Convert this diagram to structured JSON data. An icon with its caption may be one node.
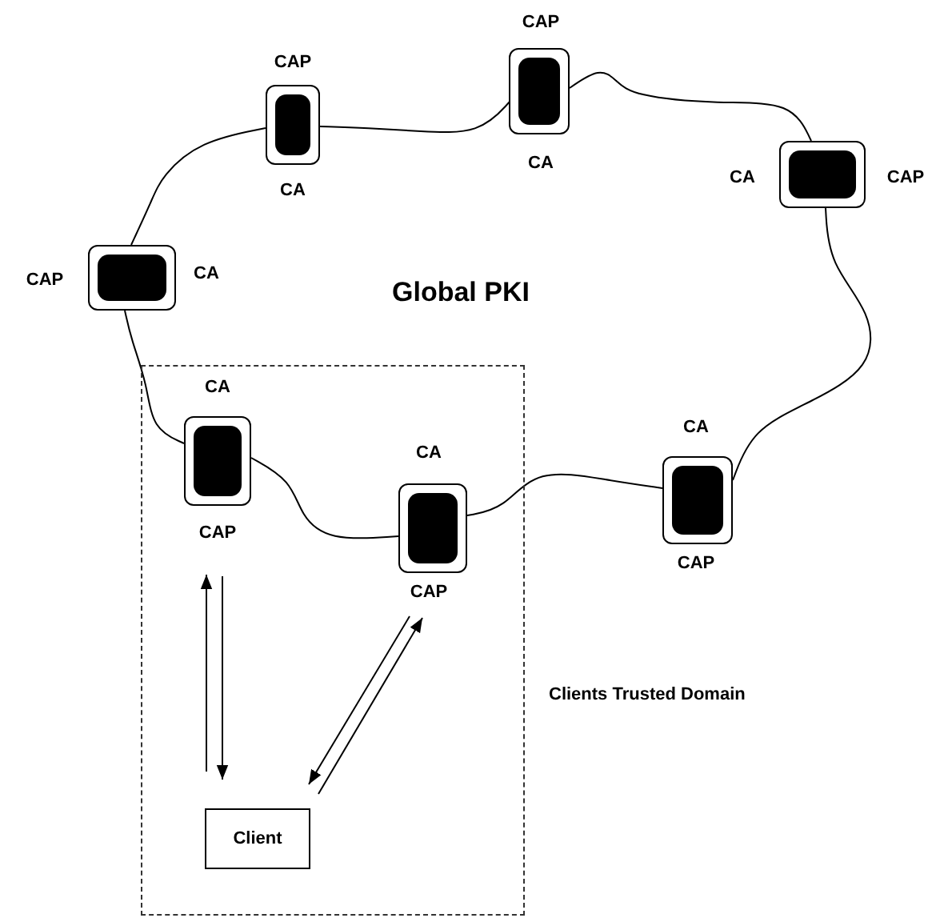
{
  "diagram": {
    "nodes": [
      {
        "text": [],
        "shape": "box",
        "beside": [
          "Clients Trusted Domain"
        ]
      },
      {
        "text": [],
        "shape": "box",
        "beside": [
          "CAP",
          "CA"
        ]
      },
      {
        "text": [],
        "shape": "box",
        "beside": [
          "CAP",
          "CA"
        ]
      },
      {
        "text": [],
        "shape": "box",
        "beside": [
          "CA",
          "CAP"
        ]
      },
      {
        "text": [],
        "shape": "box",
        "beside": [
          "CAP",
          "CA"
        ]
      },
      {
        "text": [],
        "shape": "box",
        "beside": [
          "CA",
          "CAP"
        ],
        "in": 0
      },
      {
        "text": [],
        "shape": "box",
        "beside": [
          "CA",
          "CAP"
        ],
        "in": 0
      },
      {
        "text": [],
        "shape": "box",
        "beside": [
          "CA",
          "CAP"
        ]
      },
      {
        "text": [
          "Client"
        ],
        "in": 0
      }
    ],
    "edges": [
      {
        "from": 1,
        "to": 2,
        "arrow": "none"
      },
      {
        "from": 2,
        "to": 3,
        "arrow": "none"
      },
      {
        "from": 3,
        "to": 7,
        "arrow": "none"
      },
      {
        "from": 7,
        "to": 6,
        "arrow": "none"
      },
      {
        "from": 6,
        "to": 5,
        "arrow": "none"
      },
      {
        "from": 5,
        "to": 4,
        "arrow": "none"
      },
      {
        "from": 4,
        "to": 1,
        "arrow": "none"
      },
      {
        "from": 8,
        "to": 5,
        "arrow": "to"
      },
      {
        "from": 5,
        "to": 8,
        "arrow": "to"
      },
      {
        "from": 6,
        "to": 8,
        "arrow": "to"
      },
      {
        "from": 8,
        "to": 6,
        "arrow": "to"
      }
    ],
    "labels": [
      "Global PKI"
    ]
  }
}
